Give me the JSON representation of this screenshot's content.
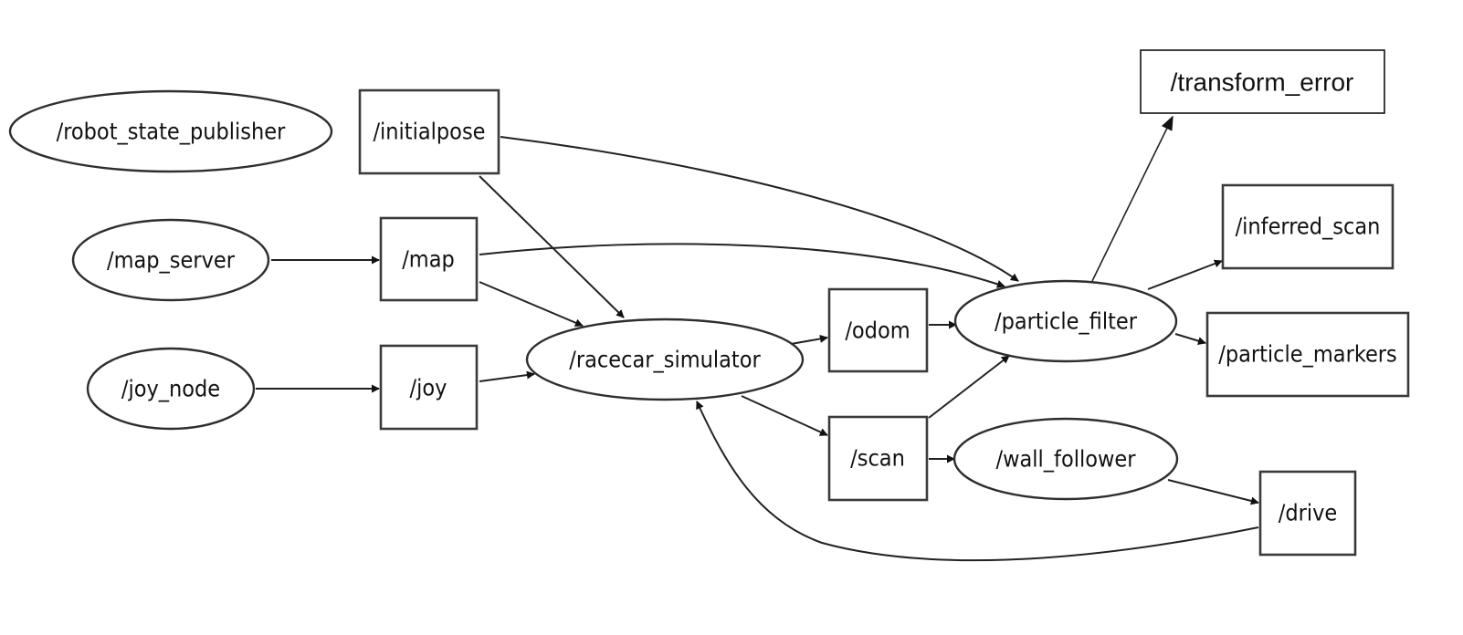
{
  "nodes": [
    {
      "id": "robot_state_publisher",
      "label": "/robot_state_publisher",
      "kind": "node"
    },
    {
      "id": "map_server",
      "label": "/map_server",
      "kind": "node"
    },
    {
      "id": "joy_node",
      "label": "/joy_node",
      "kind": "node"
    },
    {
      "id": "racecar_simulator",
      "label": "/racecar_simulator",
      "kind": "node"
    },
    {
      "id": "particle_filter",
      "label": "/particle_filter",
      "kind": "node"
    },
    {
      "id": "wall_follower",
      "label": "/wall_follower",
      "kind": "node"
    },
    {
      "id": "initialpose",
      "label": "/initialpose",
      "kind": "topic"
    },
    {
      "id": "map",
      "label": "/map",
      "kind": "topic"
    },
    {
      "id": "joy",
      "label": "/joy",
      "kind": "topic"
    },
    {
      "id": "odom",
      "label": "/odom",
      "kind": "topic"
    },
    {
      "id": "scan",
      "label": "/scan",
      "kind": "topic"
    },
    {
      "id": "inferred_scan",
      "label": "/inferred_scan",
      "kind": "topic"
    },
    {
      "id": "particle_markers",
      "label": "/particle_markers",
      "kind": "topic"
    },
    {
      "id": "drive",
      "label": "/drive",
      "kind": "topic"
    },
    {
      "id": "transform_error",
      "label": "/transform_error",
      "kind": "topic"
    }
  ],
  "edges": [
    {
      "from": "map_server",
      "to": "map"
    },
    {
      "from": "joy_node",
      "to": "joy"
    },
    {
      "from": "initialpose",
      "to": "racecar_simulator"
    },
    {
      "from": "initialpose",
      "to": "particle_filter"
    },
    {
      "from": "map",
      "to": "racecar_simulator"
    },
    {
      "from": "map",
      "to": "particle_filter"
    },
    {
      "from": "joy",
      "to": "racecar_simulator"
    },
    {
      "from": "racecar_simulator",
      "to": "odom"
    },
    {
      "from": "racecar_simulator",
      "to": "scan"
    },
    {
      "from": "odom",
      "to": "particle_filter"
    },
    {
      "from": "scan",
      "to": "particle_filter"
    },
    {
      "from": "scan",
      "to": "wall_follower"
    },
    {
      "from": "particle_filter",
      "to": "transform_error"
    },
    {
      "from": "particle_filter",
      "to": "inferred_scan"
    },
    {
      "from": "particle_filter",
      "to": "particle_markers"
    },
    {
      "from": "wall_follower",
      "to": "drive"
    },
    {
      "from": "drive",
      "to": "racecar_simulator"
    }
  ]
}
